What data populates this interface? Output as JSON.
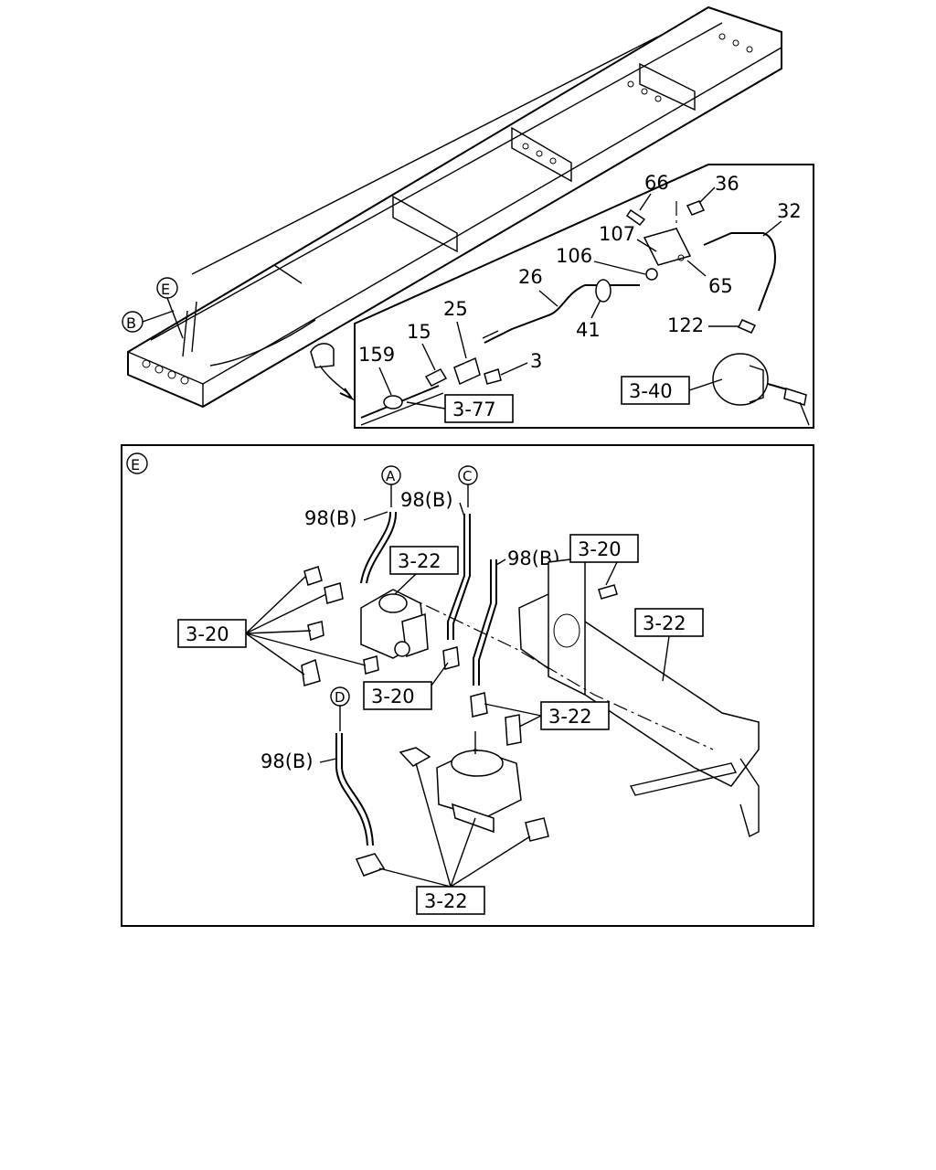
{
  "upper": {
    "callouts": {
      "c66": "66",
      "c36": "36",
      "c32": "32",
      "c107": "107",
      "c106": "106",
      "c65": "65",
      "c26": "26",
      "c25": "25",
      "c15": "15",
      "c41": "41",
      "c122": "122",
      "c159": "159",
      "c3": "3"
    },
    "refs": {
      "r340": "3-40",
      "r377": "3-77"
    },
    "markers": {
      "e": "E",
      "b": "B"
    }
  },
  "detail": {
    "view_letter": "E",
    "markers": {
      "a": "A",
      "c": "C",
      "d": "D"
    },
    "hose_labels": {
      "h1": "98(B)",
      "h2": "98(B)",
      "h3": "98(B)",
      "h4": "98(B)"
    },
    "refs": {
      "r322_top": "3-22",
      "r320_top": "3-20",
      "r322_right": "3-22",
      "r320_left": "3-20",
      "r320_mid": "3-20",
      "r322_mid": "3-22",
      "r322_bottom": "3-22"
    }
  }
}
